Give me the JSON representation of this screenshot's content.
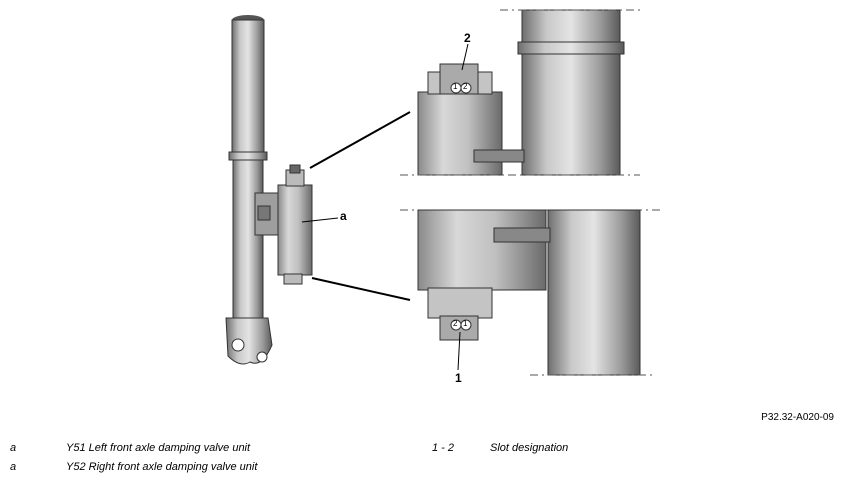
{
  "figure": {
    "callouts": {
      "a": "a",
      "slot_top": "2",
      "slot_bottom": "1"
    },
    "pin_labels_top": [
      "1",
      "2"
    ],
    "pin_labels_bottom": [
      "2",
      "1"
    ],
    "reference_code": "P32.32-A020-09"
  },
  "legend": {
    "rows": [
      {
        "key": "a",
        "text": "Y51 Left front axle damping valve unit"
      },
      {
        "key": "a",
        "text": "Y52 Right front axle damping valve unit"
      }
    ],
    "right": {
      "key": "1 - 2",
      "text": "Slot designation"
    }
  }
}
